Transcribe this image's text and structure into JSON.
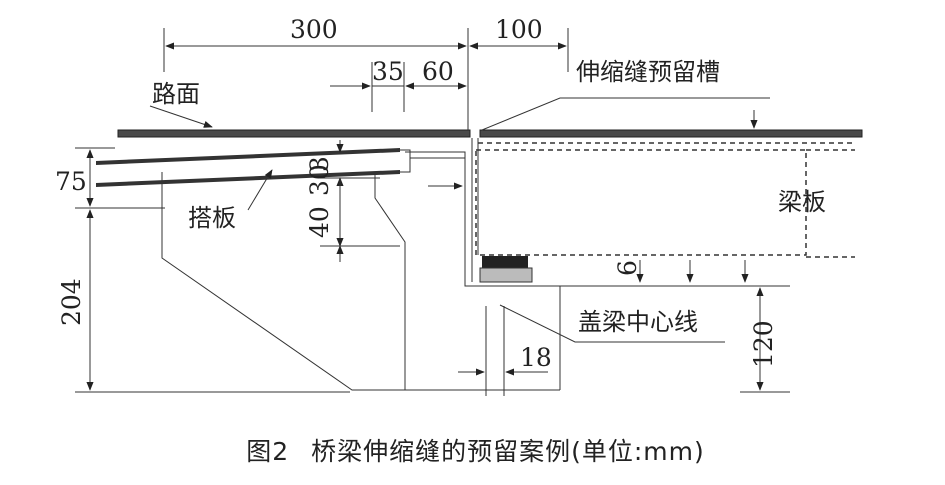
{
  "caption": {
    "figure_number": "图2",
    "title": "桥梁伸缩缝的预留案例(单位:mm)"
  },
  "dimensions": {
    "d300": "300",
    "d100": "100",
    "d35": "35",
    "d60": "60",
    "d75": "75",
    "d30": "30",
    "d3": "3",
    "d40": "40",
    "d204": "204",
    "d6": "6",
    "d120": "120",
    "d18": "18"
  },
  "labels": {
    "road_surface": "路面",
    "expansion_slot": "伸缩缝预留槽",
    "approach_slab": "搭板",
    "beam_slab": "梁板",
    "cap_beam_centerline": "盖梁中心线"
  }
}
